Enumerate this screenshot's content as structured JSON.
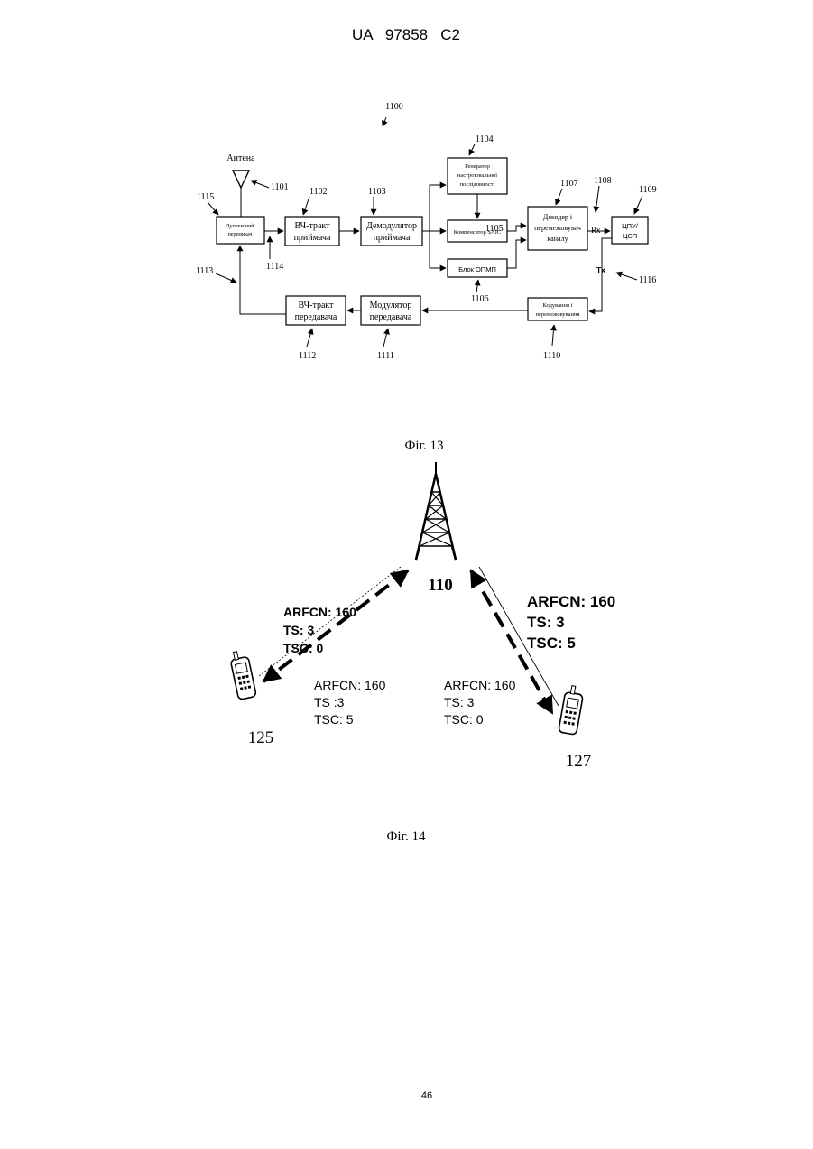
{
  "header": {
    "doc_number": "UA   97858   C2"
  },
  "fig13": {
    "ref": "1100",
    "antenna_label": "Антена",
    "refs": {
      "antenna": "1101",
      "rf_rx": "1102",
      "demod": "1103",
      "gen": "1104",
      "saic": "1105",
      "ompm": "1106",
      "decoder": "1107",
      "rx": "1108",
      "cpu": "1109",
      "coder": "1110",
      "mod": "1111",
      "rf_tx": "1112",
      "tx_line": "1113",
      "rx_line": "1114",
      "duplexer": "1115",
      "tx": "1116"
    },
    "blocks": {
      "duplexer": [
        "Дуплексний",
        "перемикач"
      ],
      "rf_rx": [
        "ВЧ-тракт",
        "приймача"
      ],
      "demod": [
        "Демодулятор",
        "приймача"
      ],
      "gen": [
        "Генератор",
        "настроювальної",
        "послідовності"
      ],
      "saic": "Компенсатор SAIC",
      "ompm": "Блок ОПМП",
      "decoder": [
        "Декодер і",
        "перемежовувач",
        "каналу"
      ],
      "cpu": [
        "ЦПУ/",
        "ЦСП"
      ],
      "coder": [
        "Кодування і",
        "перемежовування"
      ],
      "mod": [
        "Модулятор",
        "передавача"
      ],
      "rf_tx": [
        "ВЧ-тракт",
        "передавача"
      ]
    },
    "rx_label": "Rx",
    "tx_label": "Tx",
    "caption": "Фіг. 13"
  },
  "fig14": {
    "tower_label": "110",
    "left_phone_label": "125",
    "right_phone_label": "127",
    "left_link": [
      "ARFCN: 160",
      "TS: 3",
      "TSC: 0"
    ],
    "right_link": [
      "ARFCN: 160",
      "TS: 3",
      "TSC: 5"
    ],
    "left_phone_info": [
      "ARFCN: 160",
      "TS :3",
      "TSC: 5"
    ],
    "right_phone_info": [
      "ARFCN: 160",
      "TS: 3",
      "TSC: 0"
    ],
    "caption": "Фіг. 14"
  },
  "footer": {
    "page_number": "46"
  }
}
